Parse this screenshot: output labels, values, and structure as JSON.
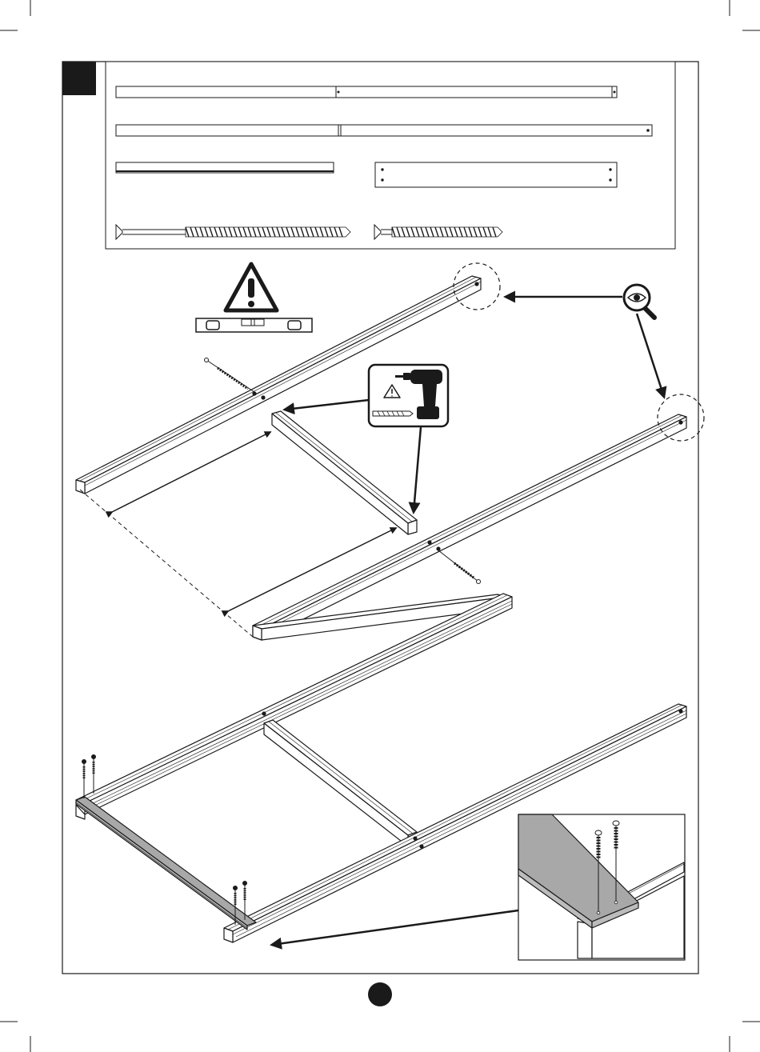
{
  "page": {
    "step_number": "",
    "page_number": "",
    "ink_color": "#1a1a1a",
    "board_color": "#a8a8a8"
  },
  "parts_panel": {
    "items": [
      "long-rail",
      "long-rail-drilled",
      "short-batten",
      "cross-board",
      "long-screw",
      "short-screw"
    ]
  },
  "icons": [
    "warning-icon",
    "spirit-level-icon",
    "magnifier-eye-icon",
    "cordless-drill-icon",
    "drill-bit-icon"
  ]
}
